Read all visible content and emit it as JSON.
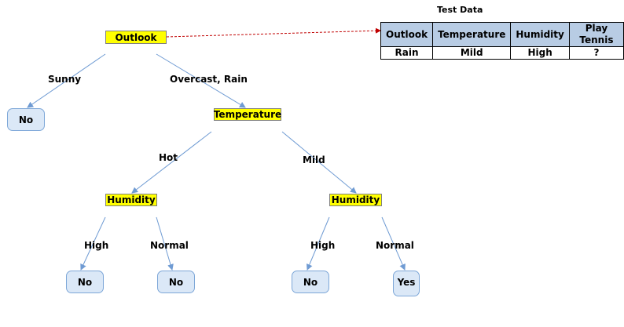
{
  "test_table": {
    "title": "Test Data",
    "headers": [
      "Outlook",
      "Temperature",
      "Humidity",
      "Play Tennis"
    ],
    "row": [
      "Rain",
      "Mild",
      "High",
      "?"
    ]
  },
  "tree": {
    "root": "Outlook",
    "temperature": "Temperature",
    "humidity_left": "Humidity",
    "humidity_right": "Humidity",
    "leaf_sunny": "No",
    "leaf_hot_high": "No",
    "leaf_hot_normal": "No",
    "leaf_mild_high": "No",
    "leaf_mild_normal": "Yes"
  },
  "edge_labels": {
    "sunny": "Sunny",
    "overcast_rain": "Overcast, Rain",
    "hot": "Hot",
    "mild": "Mild",
    "high_left": "High",
    "normal_left": "Normal",
    "high_right": "High",
    "normal_right": "Normal"
  },
  "colors": {
    "decision_node": "#ffff00",
    "leaf_fill": "#dbe8f7",
    "edge": "#6f9bd3",
    "test_link": "#c00000",
    "table_header": "#b8cce4"
  }
}
